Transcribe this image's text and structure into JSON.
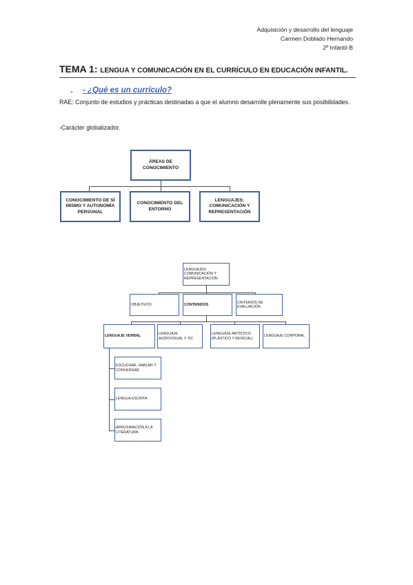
{
  "header": {
    "course": "Adquisición y desarrollo del lenguaje",
    "author": "Carmen Doblado Hernando",
    "group": "2º Infantil B"
  },
  "title": {
    "main": "TEMA 1:",
    "subtitle": "LENGUA Y COMUNICACIÓN EN EL CURRÍCULO EN EDUCACIÓN INFANTIL."
  },
  "section": {
    "bullet": "-",
    "question": "- ¿Qué es un currículo?",
    "definition": "RAE: Conjunto de estudios y prácticas destinadas a que el alumno desarrolle plenamente sus posibilidades.",
    "note": "-Carácter globalizador."
  },
  "diagram1": {
    "root": "ÁREAS DE CONOCIMIENTO",
    "children": [
      "CONOCIMIENTO DE SÍ MISMO Y AUTONOMÍA PERSONAL",
      "CONOCIMIENTO DEL ENTORNO",
      "LENGUAJES: COMUNICACIÓN Y REPRESENTACIÓN"
    ]
  },
  "diagram2": {
    "root": "LENGUAJES: COMUNICACIÓN Y REPRESENTACIÓN",
    "level1": [
      "OBJETIVOS",
      "CONTENIDOS",
      "CRITERIOS DE EVALUACIÓN"
    ],
    "level2": [
      "LENGUAJE VERBAL",
      "LENGUAJE AUDIOVISUAL Y TIC",
      "LENGUAJE ARTÍSTICO (PLÁSTICO Y MUSICAL)",
      "LENGUAJE CORPORAL"
    ],
    "level3": [
      "ESCUCHAR, HABLAR Y CONVERSAR",
      "LENGUA ESCRITA",
      "APROXIMACIÓN A LA LITERATURA"
    ]
  },
  "colors": {
    "box_border": "#3e5f9e",
    "link": "#3b5fb8"
  }
}
